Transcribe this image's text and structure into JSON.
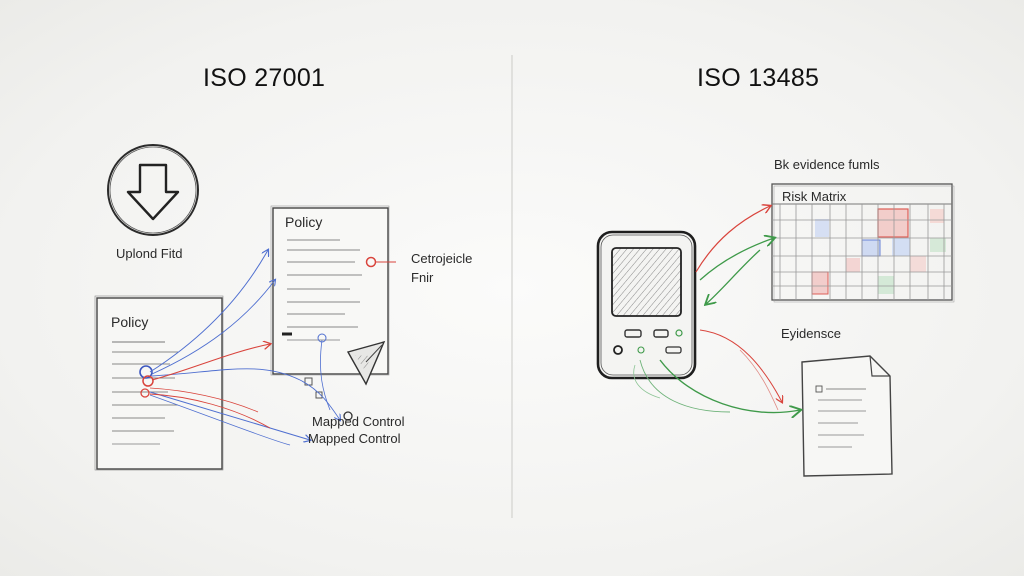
{
  "left_panel": {
    "title": "ISO 27001",
    "upload_label": "Uplond Fitd",
    "policy_front_label": "Policy",
    "policy_back_label": "Policy",
    "compliance_label_line1": "Cetrojeicle",
    "compliance_label_line2": "Fnir",
    "mapped_control_line1": "Mapped Control",
    "mapped_control_line2": "Mapped Control"
  },
  "right_panel": {
    "title": "ISO 13485",
    "evidence_forms_label": "Bk evidence fumls",
    "risk_matrix_label": "Risk Matrix",
    "evidence_label": "Eyidensce"
  },
  "colors": {
    "ink": "#2b2b2b",
    "red": "#d9443c",
    "blue": "#4f6fd0",
    "green": "#3f9a4a"
  }
}
